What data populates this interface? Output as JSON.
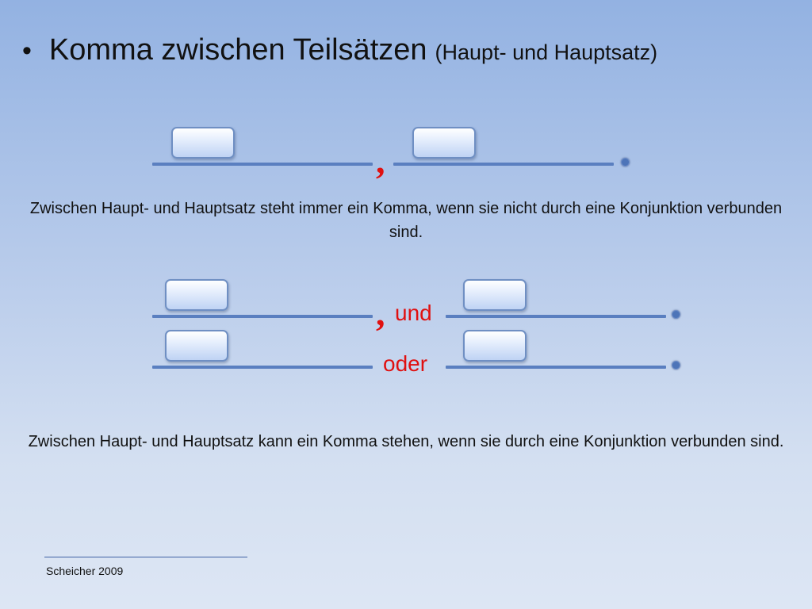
{
  "slide": {
    "bullet": "•",
    "title_main": "Komma zwischen Teilsätzen",
    "title_sub": "(Haupt- und Hauptsatz)"
  },
  "diagram1": {
    "comma": ","
  },
  "description1": "Zwischen Haupt- und Hauptsatz steht immer ein Komma, wenn sie nicht durch eine Konjunktion verbunden sind.",
  "diagram2": {
    "comma": ",",
    "conjunction_1": "und",
    "conjunction_2": "oder"
  },
  "description2": "Zwischen Haupt- und Hauptsatz kann ein Komma stehen, wenn sie durch eine Konjunktion verbunden sind.",
  "footer": {
    "author": "Scheicher 2009"
  },
  "colors": {
    "accent_red": "#e01010",
    "line_blue": "#5a7fc0"
  }
}
